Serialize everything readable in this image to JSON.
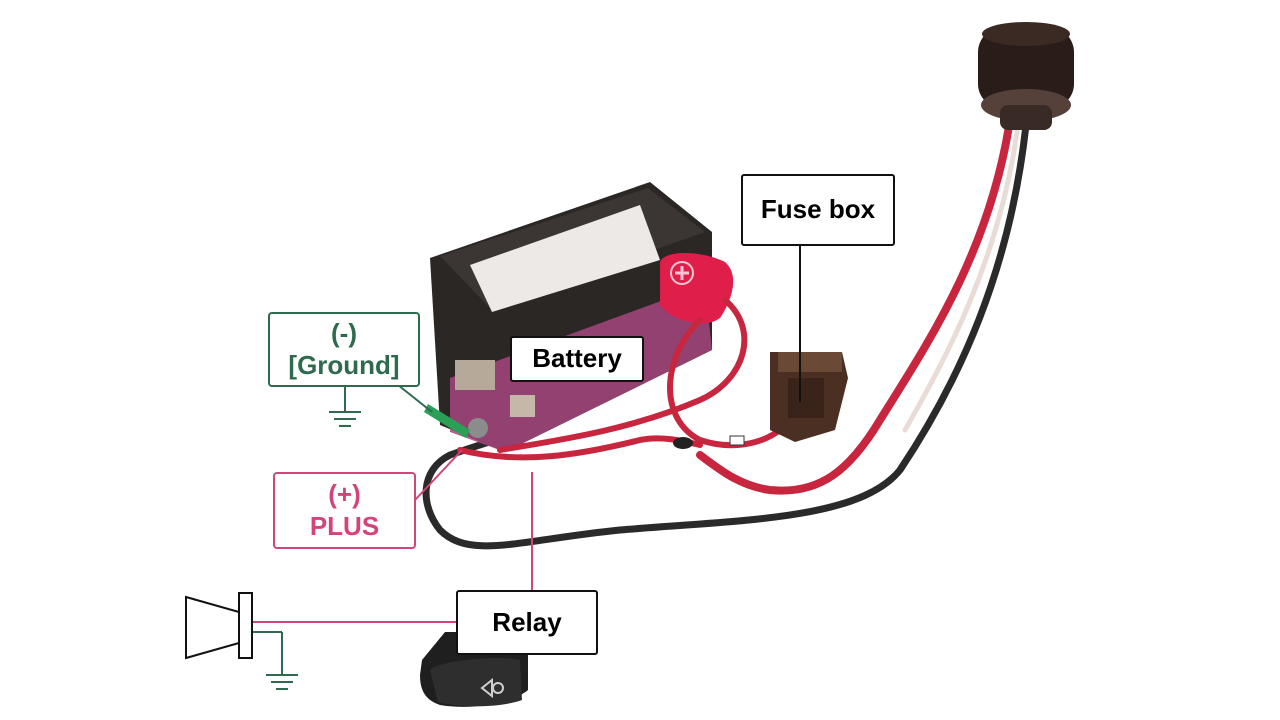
{
  "labels": {
    "fuse_box": "Fuse box",
    "battery": "Battery",
    "ground_sign": "(-)",
    "ground_name": "[Ground]",
    "plus_sign": "(+)",
    "plus_name": "PLUS",
    "relay": "Relay"
  },
  "colors": {
    "ground": "#2e6b4e",
    "plus": "#d4437a",
    "wire_red": "#c8263f",
    "wire_black": "#2a2a2a",
    "battery_body": "#2b2725",
    "battery_stripe": "#a4467e",
    "terminal_red": "#e01e4a",
    "fusebox": "#4a2f22",
    "horn_button": "#1f1f1f"
  },
  "icons": {
    "horn": "horn-speaker-icon",
    "ground": "ground-symbol-icon",
    "positive_terminal": "plus-circle-icon",
    "horn_button": "horn-icon"
  }
}
